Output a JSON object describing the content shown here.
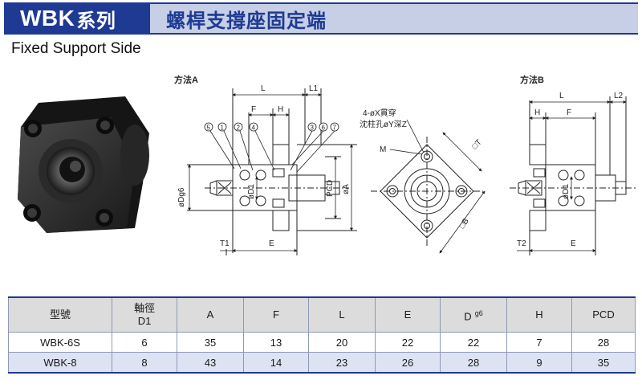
{
  "banner": {
    "model": "WBK",
    "series": "系列",
    "title": "螺桿支撐座固定端"
  },
  "subtitle": "Fixed Support Side",
  "method_a": {
    "label": "方法A",
    "dims": {
      "L": "L",
      "L1": "L1",
      "F": "F",
      "H": "H",
      "T1": "T1",
      "E": "E",
      "PCD": "PCD",
      "A": "øA",
      "Dg6": "øDg6",
      "D1": "øD1"
    },
    "callouts": [
      "5",
      "1",
      "2",
      "4",
      "3",
      "6",
      "7"
    ]
  },
  "front_view": {
    "hole_note_1": "4-øX貫穿",
    "hole_note_2": "沈柱孔øY深Z",
    "M": "M",
    "square_T": "□T",
    "square_B": "□B"
  },
  "method_b": {
    "label": "方法B",
    "dims": {
      "L": "L",
      "L2": "L2",
      "H": "H",
      "F": "F",
      "T2": "T2",
      "E": "E",
      "D1": "øD1"
    }
  },
  "table": {
    "headers": [
      "型號",
      "軸徑\nD1",
      "A",
      "F",
      "L",
      "E",
      "D",
      "H",
      "PCD"
    ],
    "d_sup": "g6",
    "rows": [
      [
        "WBK-6S",
        "6",
        "35",
        "13",
        "20",
        "22",
        "22",
        "7",
        "28"
      ],
      [
        "WBK-8",
        "8",
        "43",
        "14",
        "23",
        "26",
        "28",
        "9",
        "35"
      ]
    ]
  }
}
